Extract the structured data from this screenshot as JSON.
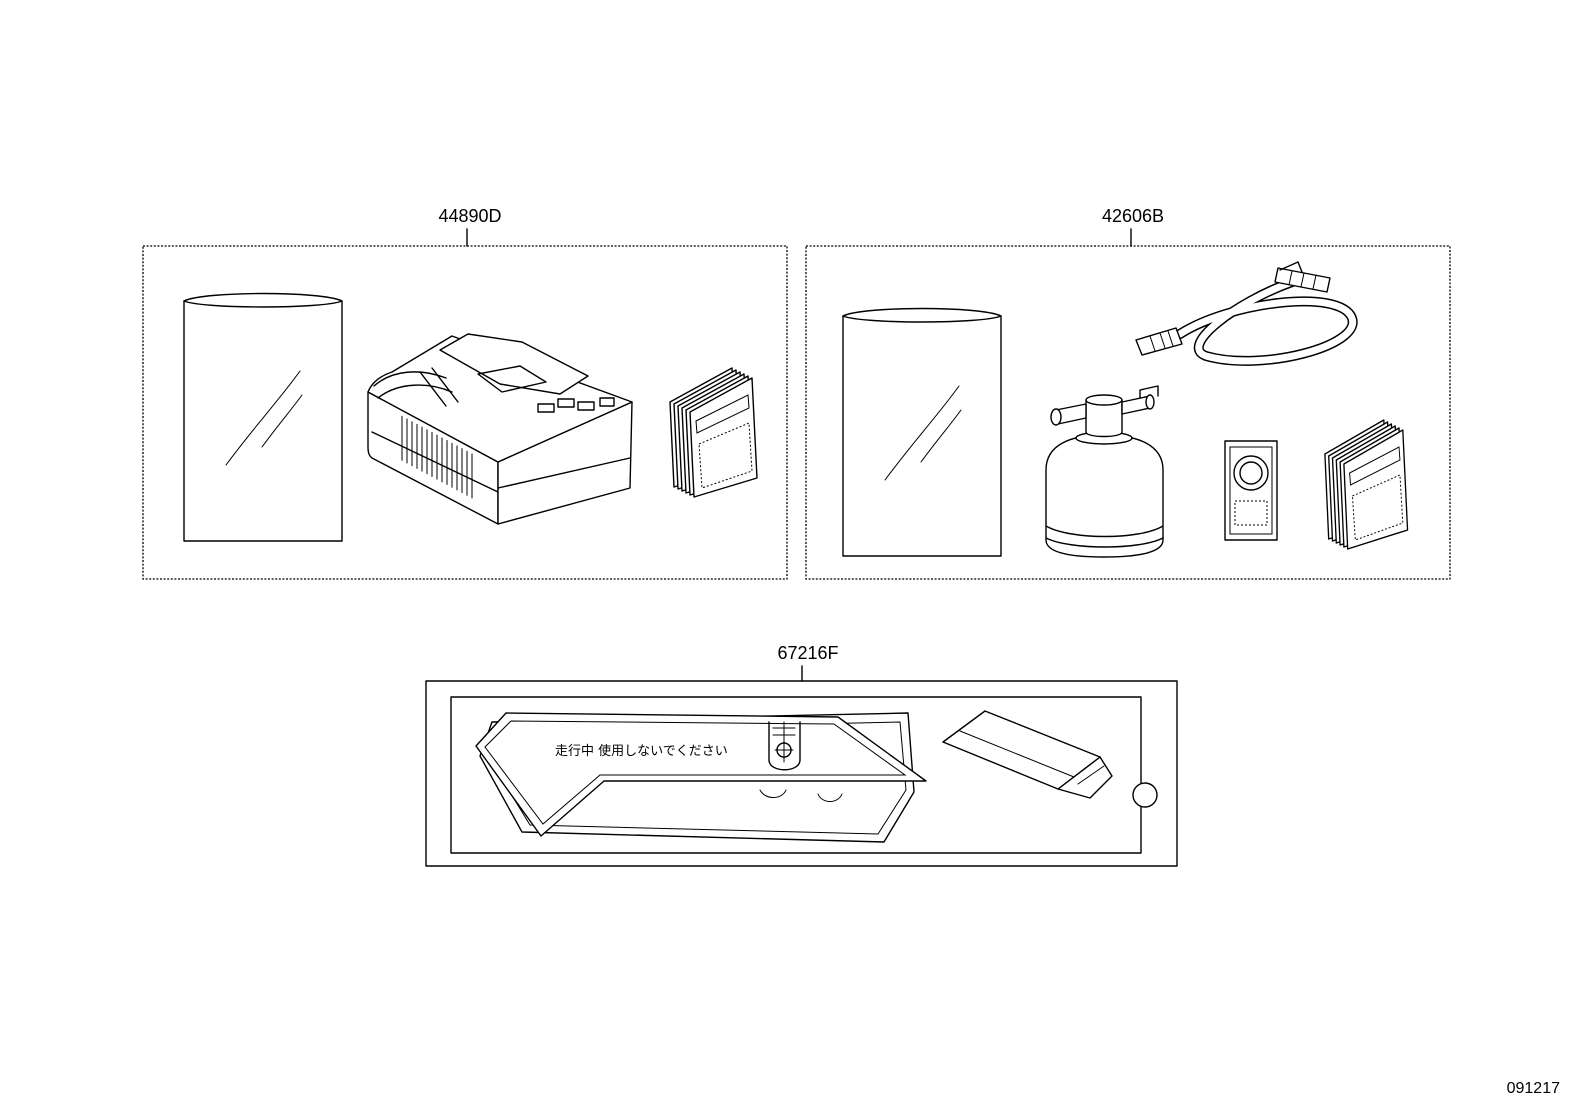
{
  "callouts": [
    {
      "part_number": "44890D"
    },
    {
      "part_number": "42606B"
    },
    {
      "part_number": "67216F"
    }
  ],
  "warning_sticker": {
    "text": "走行中 使用しないでください"
  },
  "illustration_number": "091217",
  "colors": {
    "line": "#000000",
    "background": "#ffffff"
  }
}
